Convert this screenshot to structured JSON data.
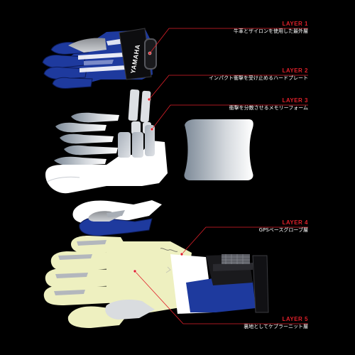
{
  "brand": "YAMAHA",
  "layers": [
    {
      "title": "LAYER 1",
      "desc": "牛革とザイロンを使用した最外層"
    },
    {
      "title": "LAYER 2",
      "desc": "インパクト衝撃を受け止めるハードプレート"
    },
    {
      "title": "LAYER 3",
      "desc": "衝撃を分散させるメモリーフォーム"
    },
    {
      "title": "LAYER 4",
      "desc": "GPSベースグローブ層"
    },
    {
      "title": "LAYER 5",
      "desc": "裏地としてケブラーニット層"
    }
  ],
  "colors": {
    "background": "#000000",
    "accent_red": "#e0202a",
    "yamaha_blue": "#1e3a9e",
    "liner_yellow": "#eef0c0",
    "plate_grey": "#c8ccd2",
    "foam_grey": "#b8bcc4"
  }
}
